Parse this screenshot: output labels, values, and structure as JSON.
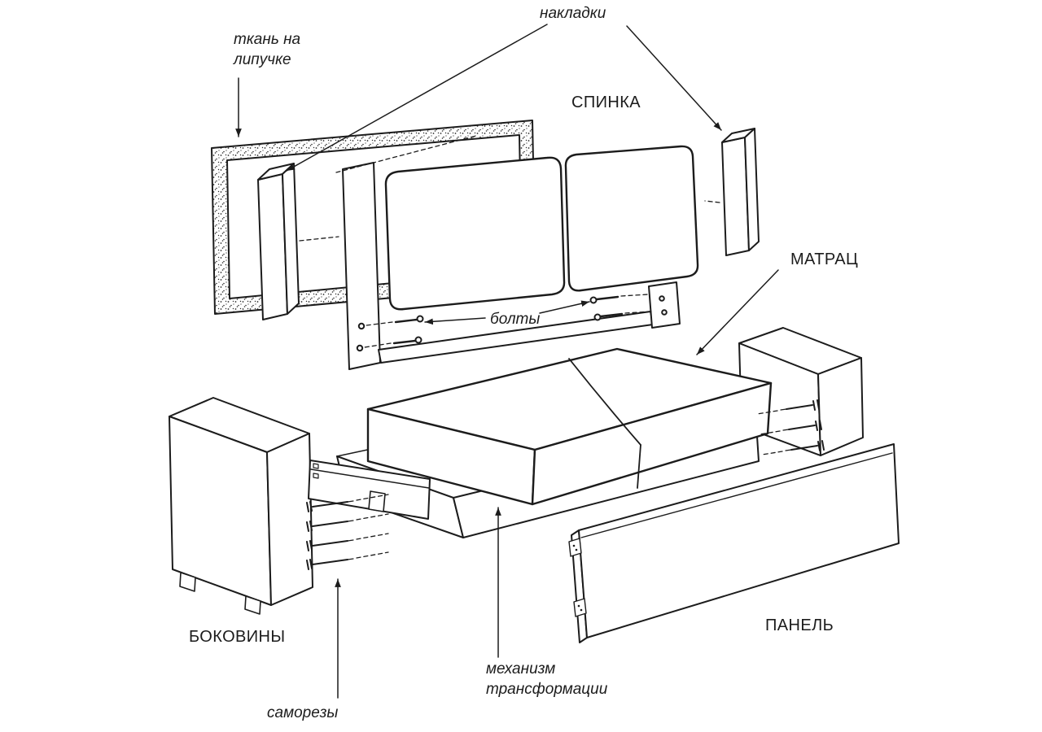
{
  "diagram": {
    "background": "#ffffff",
    "line_color": "#1c1c1c",
    "labels": {
      "nakladki": "накладки",
      "tkan_na_lipuchke": "ткань на\nлипучке",
      "spinka": "СПИНКА",
      "matrac": "МАТРАЦ",
      "bolty": "болты",
      "bokoviny": "БОКОВИНЫ",
      "panel": "ПАНЕЛЬ",
      "mekhanizm_transformacii": "механизм\nтрансформации",
      "samorezy": "саморезы"
    },
    "parts": [
      {
        "name": "velcro-fabric-panel",
        "label_key": "tkan_na_lipuchke"
      },
      {
        "name": "overlay-strips",
        "label_key": "nakladki"
      },
      {
        "name": "backrest",
        "label_key": "spinka"
      },
      {
        "name": "bolts",
        "label_key": "bolty"
      },
      {
        "name": "mattress",
        "label_key": "matrac"
      },
      {
        "name": "sidewalls",
        "label_key": "bokoviny"
      },
      {
        "name": "bottom-panel",
        "label_key": "panel"
      },
      {
        "name": "transformation-mechanism",
        "label_key": "mekhanizm_transformacii"
      },
      {
        "name": "screws",
        "label_key": "samorezy"
      }
    ]
  }
}
